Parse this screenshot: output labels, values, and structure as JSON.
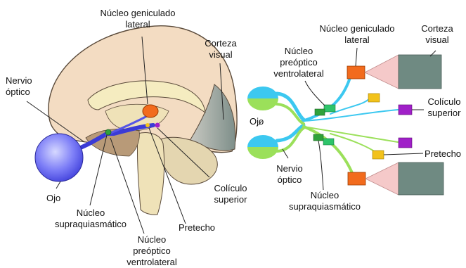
{
  "left_diagram": {
    "labels": {
      "lgn": [
        "Núcleo geniculado",
        "lateral"
      ],
      "visual_cortex": [
        "Corteza",
        "visual"
      ],
      "optic_nerve": [
        "Nervio",
        "óptico"
      ],
      "eye": "Ojo",
      "superior_colliculus": [
        "Colículo",
        "superior"
      ],
      "scn": [
        "Núcleo",
        "supraquiasmático"
      ],
      "pretectum": "Pretecho",
      "vlpo": [
        "Núcleo",
        "preóptico",
        "ventrolateral"
      ]
    }
  },
  "right_diagram": {
    "labels": {
      "vlpo": [
        "Núcleo",
        "preóptico",
        "ventrolateral"
      ],
      "lgn": [
        "Núcleo geniculado",
        "lateral"
      ],
      "visual_cortex": [
        "Corteza",
        "visual"
      ],
      "superior_colliculus": [
        "Colículo",
        "superior"
      ],
      "eye": "Ojo",
      "pretectum": "Pretecho",
      "optic_nerve": [
        "Nervio",
        "óptico"
      ],
      "scn": [
        "Núcleo",
        "supraquiasmático"
      ]
    }
  },
  "colors": {
    "retina_blue": "#3cc8f0",
    "retina_green": "#9be05a",
    "lgn_orange": "#f26b1d",
    "cortex_gray": "#6f8a82",
    "cortex_pink": "#f5c9c9",
    "colliculus_purple": "#a020c8",
    "pretectum_yellow": "#f2c21b",
    "scn_green": "#2fa23a",
    "vlpo_green": "#2ec46a",
    "eye_blue": "#6b6cf5",
    "optic_pathway": "#3b3bd6"
  }
}
